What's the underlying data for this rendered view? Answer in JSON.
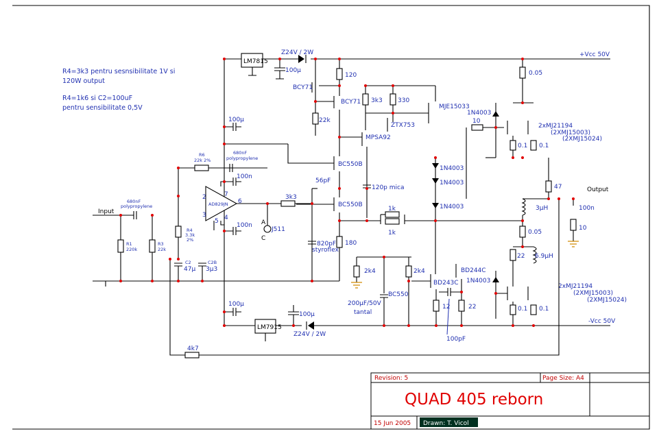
{
  "notes": {
    "line1": "R4=3k3 pentru sesnsibilitate 1V si",
    "line2": "120W output",
    "line3": "R4=1k6 si C2=100uF",
    "line4": "pentru sensibilitate 0,5V"
  },
  "labels": {
    "lm7815": "LM7815",
    "lm7915": "LM7915",
    "z24_top": "Z24V / 2W",
    "z24_bot": "Z24V / 2W",
    "c100u_top": "100µ",
    "c100u_left_top": "100µ",
    "c100u_left_bot": "100µ",
    "c100u_bot": "100µ",
    "vcc_pos": "+Vcc 50V",
    "vcc_neg": "-Vcc 50V",
    "r120": "120",
    "bcy71_a": "BCY71",
    "bcy71_b": "BCY71",
    "r22k": "22k",
    "r3k3": "3k3",
    "r330": "330",
    "mje": "MJE15033",
    "ztx": "ZTX753",
    "mpsa": "MPSA92",
    "bc550b_a": "BC550B",
    "bc550b_b": "BC550B",
    "d1n4003_top": "1N4003",
    "d1n4003_1": "1N4003",
    "d1n4003_2": "1N4003",
    "d1n4003_3": "1N4003",
    "d1n4003_bot": "1N4003",
    "r10": "10",
    "mj_top": "2xMJ21194",
    "mj_top_2": "(2XMJ15003)",
    "mj_top_3": "(2XMJ15024)",
    "mj_bot": "2xMJ21194",
    "mj_bot_2": "(2XMJ15003)",
    "mj_bot_3": "(2XMJ15024)",
    "r01_a": "0.1",
    "r01_b": "0.1",
    "r01_c": "0.1",
    "r01_d": "0.1",
    "r005_top": "0.05",
    "r005_bot": "0.05",
    "r47": "47",
    "l3u": "3µH",
    "output": "Output",
    "c100n_out": "100n",
    "r10_out": "10",
    "c120p": "120p mica",
    "r1k_a": "1k",
    "r1k_b": "1k",
    "c56p": "56pF",
    "r3k3_in": "3k3",
    "r180": "180",
    "c820p": "820pF",
    "styroflex": "styroflex",
    "j511": "J511",
    "pin_a": "A",
    "pin_c": "C",
    "opamp": "AD829JN",
    "pin2": "2",
    "pin3": "3",
    "pin6": "6",
    "pin7": "7",
    "pin4": "4",
    "pin5": "5",
    "c100n_a": "100n",
    "c100n_b": "100n",
    "r6": "R6",
    "r6_val": "22k 2%",
    "c680_top": "680nF",
    "c680_top_2": "polypropylene",
    "input": "Input",
    "c680_in": "680nF",
    "c680_in_2": "polypropylene",
    "r1": "R1",
    "r1_val": "220k",
    "r3": "R3",
    "r3_val": "22k",
    "r4": "R4",
    "r4_val": "3.3k",
    "r4_tol": "2%",
    "c2": "C2",
    "c2_val": "47µ",
    "c2b": "C2B",
    "c2b_val": "3µ3",
    "r4k7": "4k7",
    "r2k4_a": "2k4",
    "r2k4_b": "2k4",
    "c200u": "200µF/50V",
    "tantal": "tantal",
    "bc550": "BC550",
    "bd243": "BD243C",
    "bd244": "BD244C",
    "r12": "12",
    "r22": "22",
    "r22_b": "22",
    "l69": "6.9µH",
    "c100pf": "100pF"
  },
  "titleblock": {
    "revision": "Revision: 5",
    "page_size": "Page Size: A4",
    "title": "QUAD 405 reborn",
    "date": "15 Jun 2005",
    "drawn": "Drawn: T. Vicol"
  }
}
